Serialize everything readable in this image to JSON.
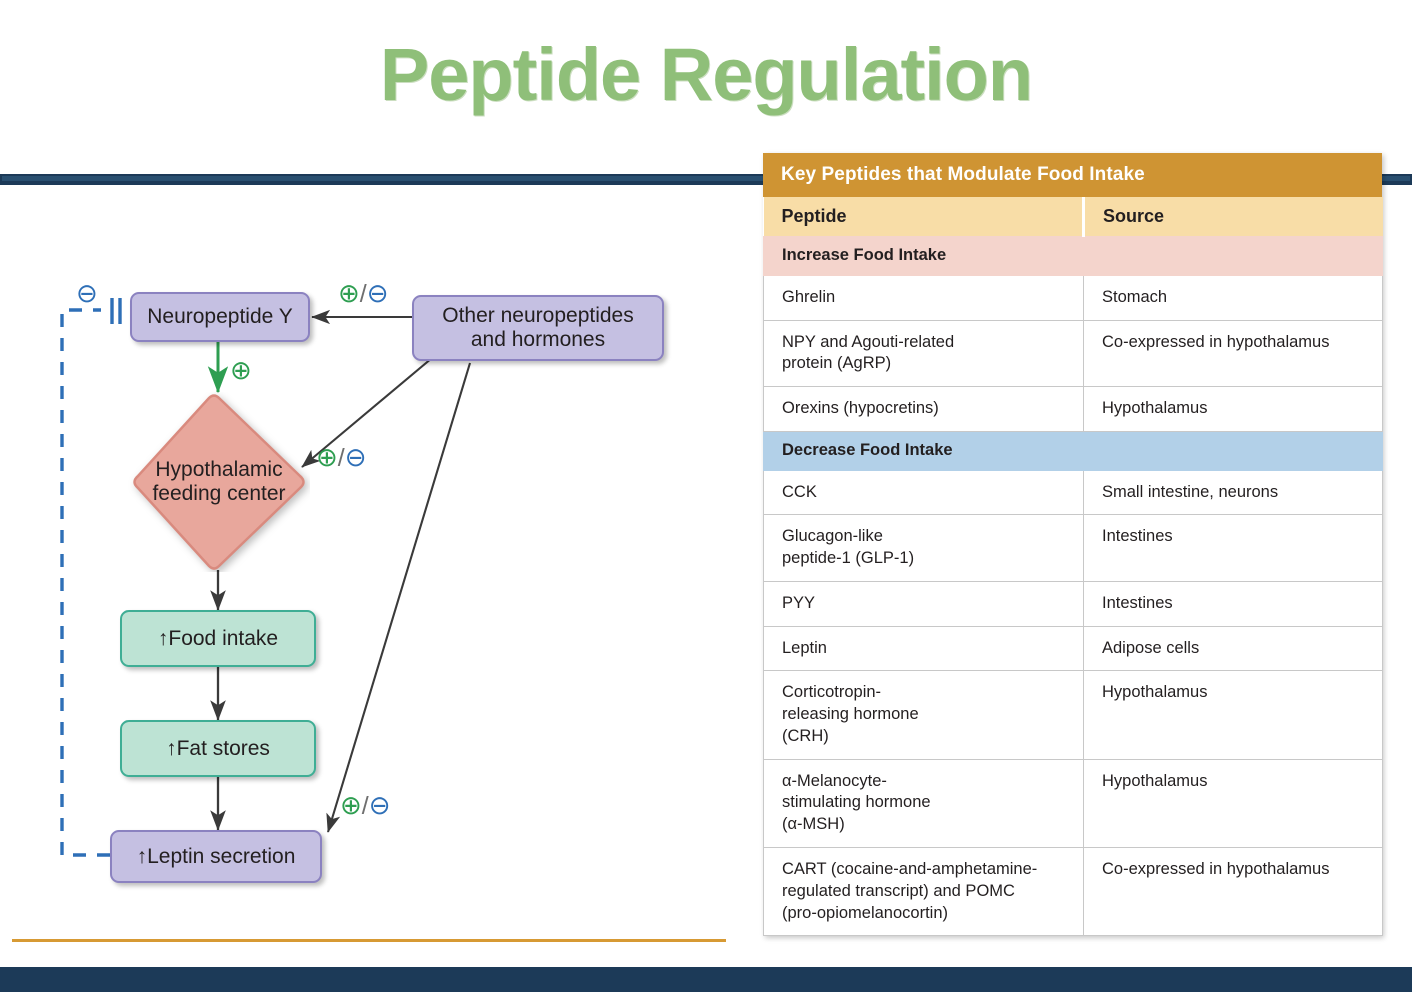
{
  "slide": {
    "title": "Peptide Regulation",
    "accent_green": "#8fbf79",
    "accent_navy": "#1c3a58",
    "accent_orange": "#d79a34"
  },
  "diagram": {
    "nodes": {
      "npy": "Neuropeptide Y",
      "other": "Other neuropeptides\nand hormones",
      "other_line1": "Other neuropeptides",
      "other_line2": "and hormones",
      "hypothalamic_line1": "Hypothalamic",
      "hypothalamic_line2": "feeding center",
      "food_intake": "↑Food intake",
      "fat_stores": "↑Fat stores",
      "leptin": "↑Leptin secretion"
    },
    "symbols": {
      "plus": "⊕",
      "minus": "⊖",
      "slash": "/",
      "inhibit_bar": "‖"
    },
    "annotations": {
      "other_to_npy": "⊕/⊖",
      "npy_to_hypothalamic": "⊕",
      "other_to_hypothalamic": "⊕/⊖",
      "other_to_leptin": "⊕/⊖",
      "leptin_feedback_to_npy": "⊖"
    },
    "colors": {
      "purple_fill": "#c5c0e2",
      "purple_stroke": "#8b82c0",
      "green_fill": "#bde3d4",
      "green_stroke": "#3fae95",
      "diamond_fill": "#e8a79c",
      "diamond_stroke": "#d98a7e",
      "plus_color": "#2e9e51",
      "minus_color": "#2e6fb7",
      "arrow_color": "#3a3a3a",
      "feedback_dash_color": "#2e6fb7"
    }
  },
  "table": {
    "title": "Key Peptides that Modulate Food Intake",
    "columns": [
      "Peptide",
      "Source"
    ],
    "groups": [
      {
        "label": "Increase Food Intake",
        "style": "increase",
        "rows": [
          {
            "peptide": "Ghrelin",
            "source": "Stomach"
          },
          {
            "peptide": "NPY and Agouti-related\nprotein (AgRP)",
            "source": "Co-expressed in hypothalamus"
          },
          {
            "peptide": "Orexins (hypocretins)",
            "source": "Hypothalamus"
          }
        ]
      },
      {
        "label": "Decrease Food Intake",
        "style": "decrease",
        "rows": [
          {
            "peptide": "CCK",
            "source": "Small intestine, neurons"
          },
          {
            "peptide": "Glucagon-like\npeptide-1 (GLP-1)",
            "source": "Intestines"
          },
          {
            "peptide": "PYY",
            "source": "Intestines"
          },
          {
            "peptide": "Leptin",
            "source": "Adipose cells"
          },
          {
            "peptide": "Corticotropin-\nreleasing hormone\n(CRH)",
            "source": "Hypothalamus"
          },
          {
            "peptide": "α-Melanocyte-\nstimulating hormone\n(α-MSH)",
            "source": "Hypothalamus"
          },
          {
            "peptide": "CART (cocaine-and-amphetamine-\nregulated transcript) and POMC\n(pro-opiomelanocortin)",
            "source": "Co-expressed in hypothalamus"
          }
        ]
      }
    ],
    "colors": {
      "title_bg": "#cf9433",
      "header_bg": "#f8dda7",
      "increase_bg": "#f4d4cc",
      "decrease_bg": "#b2d0e8"
    }
  }
}
